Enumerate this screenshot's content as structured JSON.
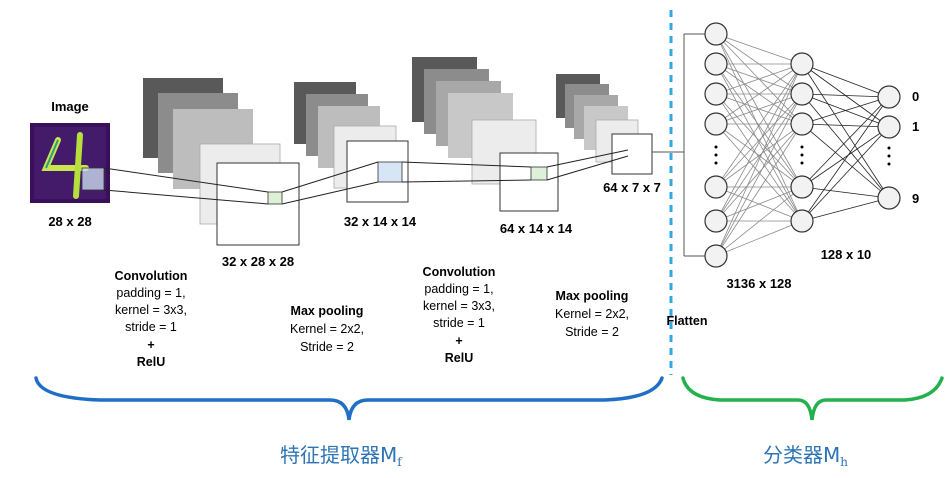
{
  "input": {
    "label": "Image",
    "size": "28 x 28"
  },
  "layers": {
    "conv1": {
      "size": "32 x 28 x 28"
    },
    "pool1": {
      "size": "32 x 14 x 14"
    },
    "conv2": {
      "size": "64 x 14 x 14"
    },
    "pool2": {
      "size": "64 x 7 x 7"
    }
  },
  "ops": {
    "conv1": {
      "title": "Convolution",
      "lines": [
        "padding = 1,",
        "kernel = 3x3,",
        "stride = 1"
      ],
      "plus": "+",
      "act": "RelU"
    },
    "pool1": {
      "title": "Max pooling",
      "lines": [
        "Kernel = 2x2,",
        "Stride = 2"
      ]
    },
    "conv2": {
      "title": "Convolution",
      "lines": [
        "padding = 1,",
        "kernel = 3x3,",
        "stride = 1"
      ],
      "plus": "+",
      "act": "RelU"
    },
    "pool2": {
      "title": "Max pooling",
      "lines": [
        "Kernel = 2x2,",
        "Stride = 2"
      ]
    }
  },
  "flatten": {
    "label": "Flatten"
  },
  "fc": {
    "size1": "3136 x 128",
    "size2": "128 x 10",
    "outputs": [
      "0",
      "1",
      "9"
    ]
  },
  "groups": {
    "extractor": {
      "label": "特征提取器M",
      "sub": "f"
    },
    "classifier": {
      "label": "分类器M",
      "sub": "h"
    }
  },
  "colors": {
    "brace_blue": "#1f6fc5",
    "brace_green": "#22b14c",
    "divider": "#33a8e0",
    "chinese_text": "#2e74b5"
  }
}
